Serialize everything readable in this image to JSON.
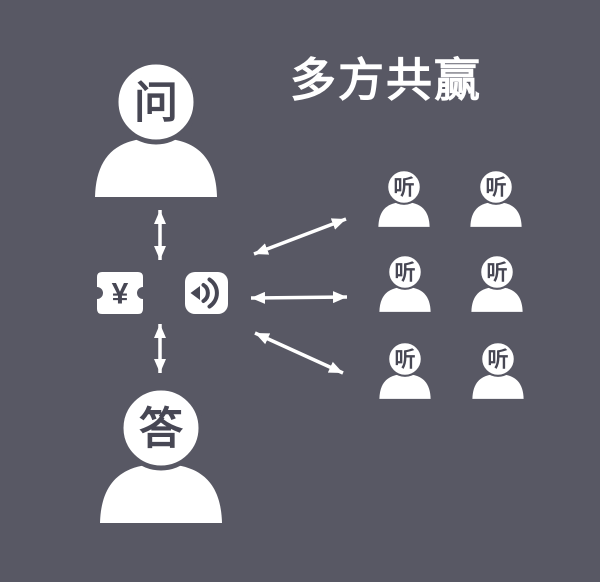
{
  "colors": {
    "background": "#585864",
    "foreground": "#ffffff",
    "glyph_dark": "#474754"
  },
  "title": "多方共赢",
  "asker": {
    "label": "问"
  },
  "answerer": {
    "label": "答"
  },
  "ticket": {
    "icon": "coupon-ticket-icon",
    "currency_symbol": "¥"
  },
  "voice": {
    "icon": "voice-broadcast-icon"
  },
  "listeners": [
    {
      "label": "听"
    },
    {
      "label": "听"
    },
    {
      "label": "听"
    },
    {
      "label": "听"
    },
    {
      "label": "听"
    },
    {
      "label": "听"
    }
  ]
}
